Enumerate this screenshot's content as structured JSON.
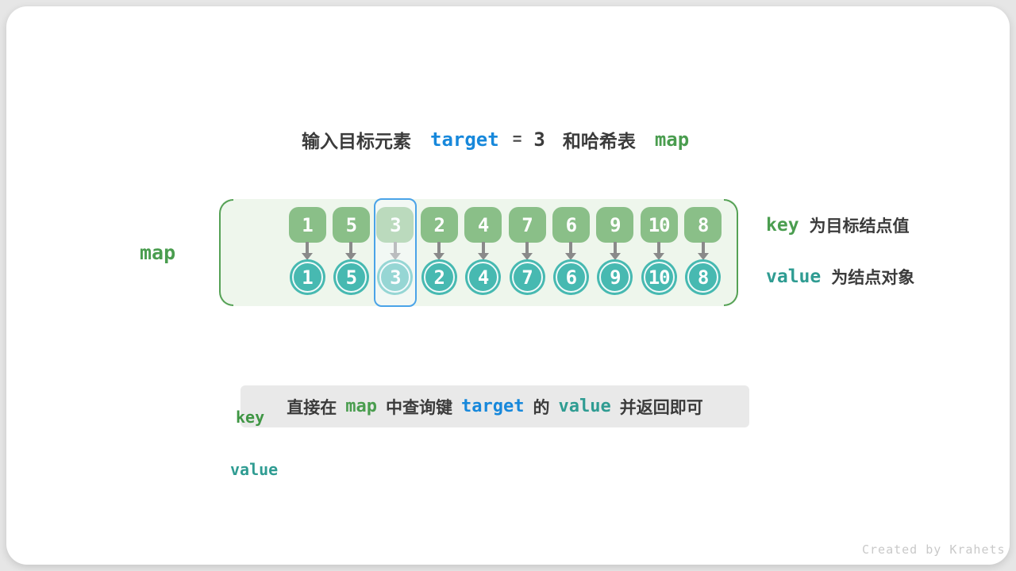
{
  "title": {
    "part1": "输入目标元素",
    "target_code": "target",
    "equals": "=",
    "target_value": "3",
    "part2": "和哈希表",
    "map_code": "map"
  },
  "map_diagram": {
    "map_label": "map",
    "key_label": "key",
    "value_label": "value",
    "highlight_index": 2,
    "columns": [
      {
        "key": "1",
        "value": "1"
      },
      {
        "key": "5",
        "value": "5"
      },
      {
        "key": "3",
        "value": "3"
      },
      {
        "key": "2",
        "value": "2"
      },
      {
        "key": "4",
        "value": "4"
      },
      {
        "key": "7",
        "value": "7"
      },
      {
        "key": "6",
        "value": "6"
      },
      {
        "key": "9",
        "value": "9"
      },
      {
        "key": "10",
        "value": "10"
      },
      {
        "key": "8",
        "value": "8"
      }
    ]
  },
  "annotations": {
    "key_code": "key",
    "key_text": "为目标结点值",
    "value_code": "value",
    "value_text": "为结点对象"
  },
  "note": {
    "part1": "直接在",
    "map_code": "map",
    "part2": "中查询键",
    "target_code": "target",
    "part3": "的",
    "value_code": "value",
    "part4": "并返回即可"
  },
  "watermark": "Created by Krahets",
  "colors": {
    "accent_blue": "#1788db",
    "accent_green": "#4a9d4f",
    "accent_teal": "#2f9c92",
    "key_square_fill": "#8abf88",
    "value_circle_fill": "#47b9b1",
    "panel_bg": "#eef6ec",
    "bracket_stroke": "#55a155",
    "arrow_gray": "#8a8a8a",
    "highlight_border": "#4aa3e8",
    "note_bg": "#e9e9e9"
  }
}
